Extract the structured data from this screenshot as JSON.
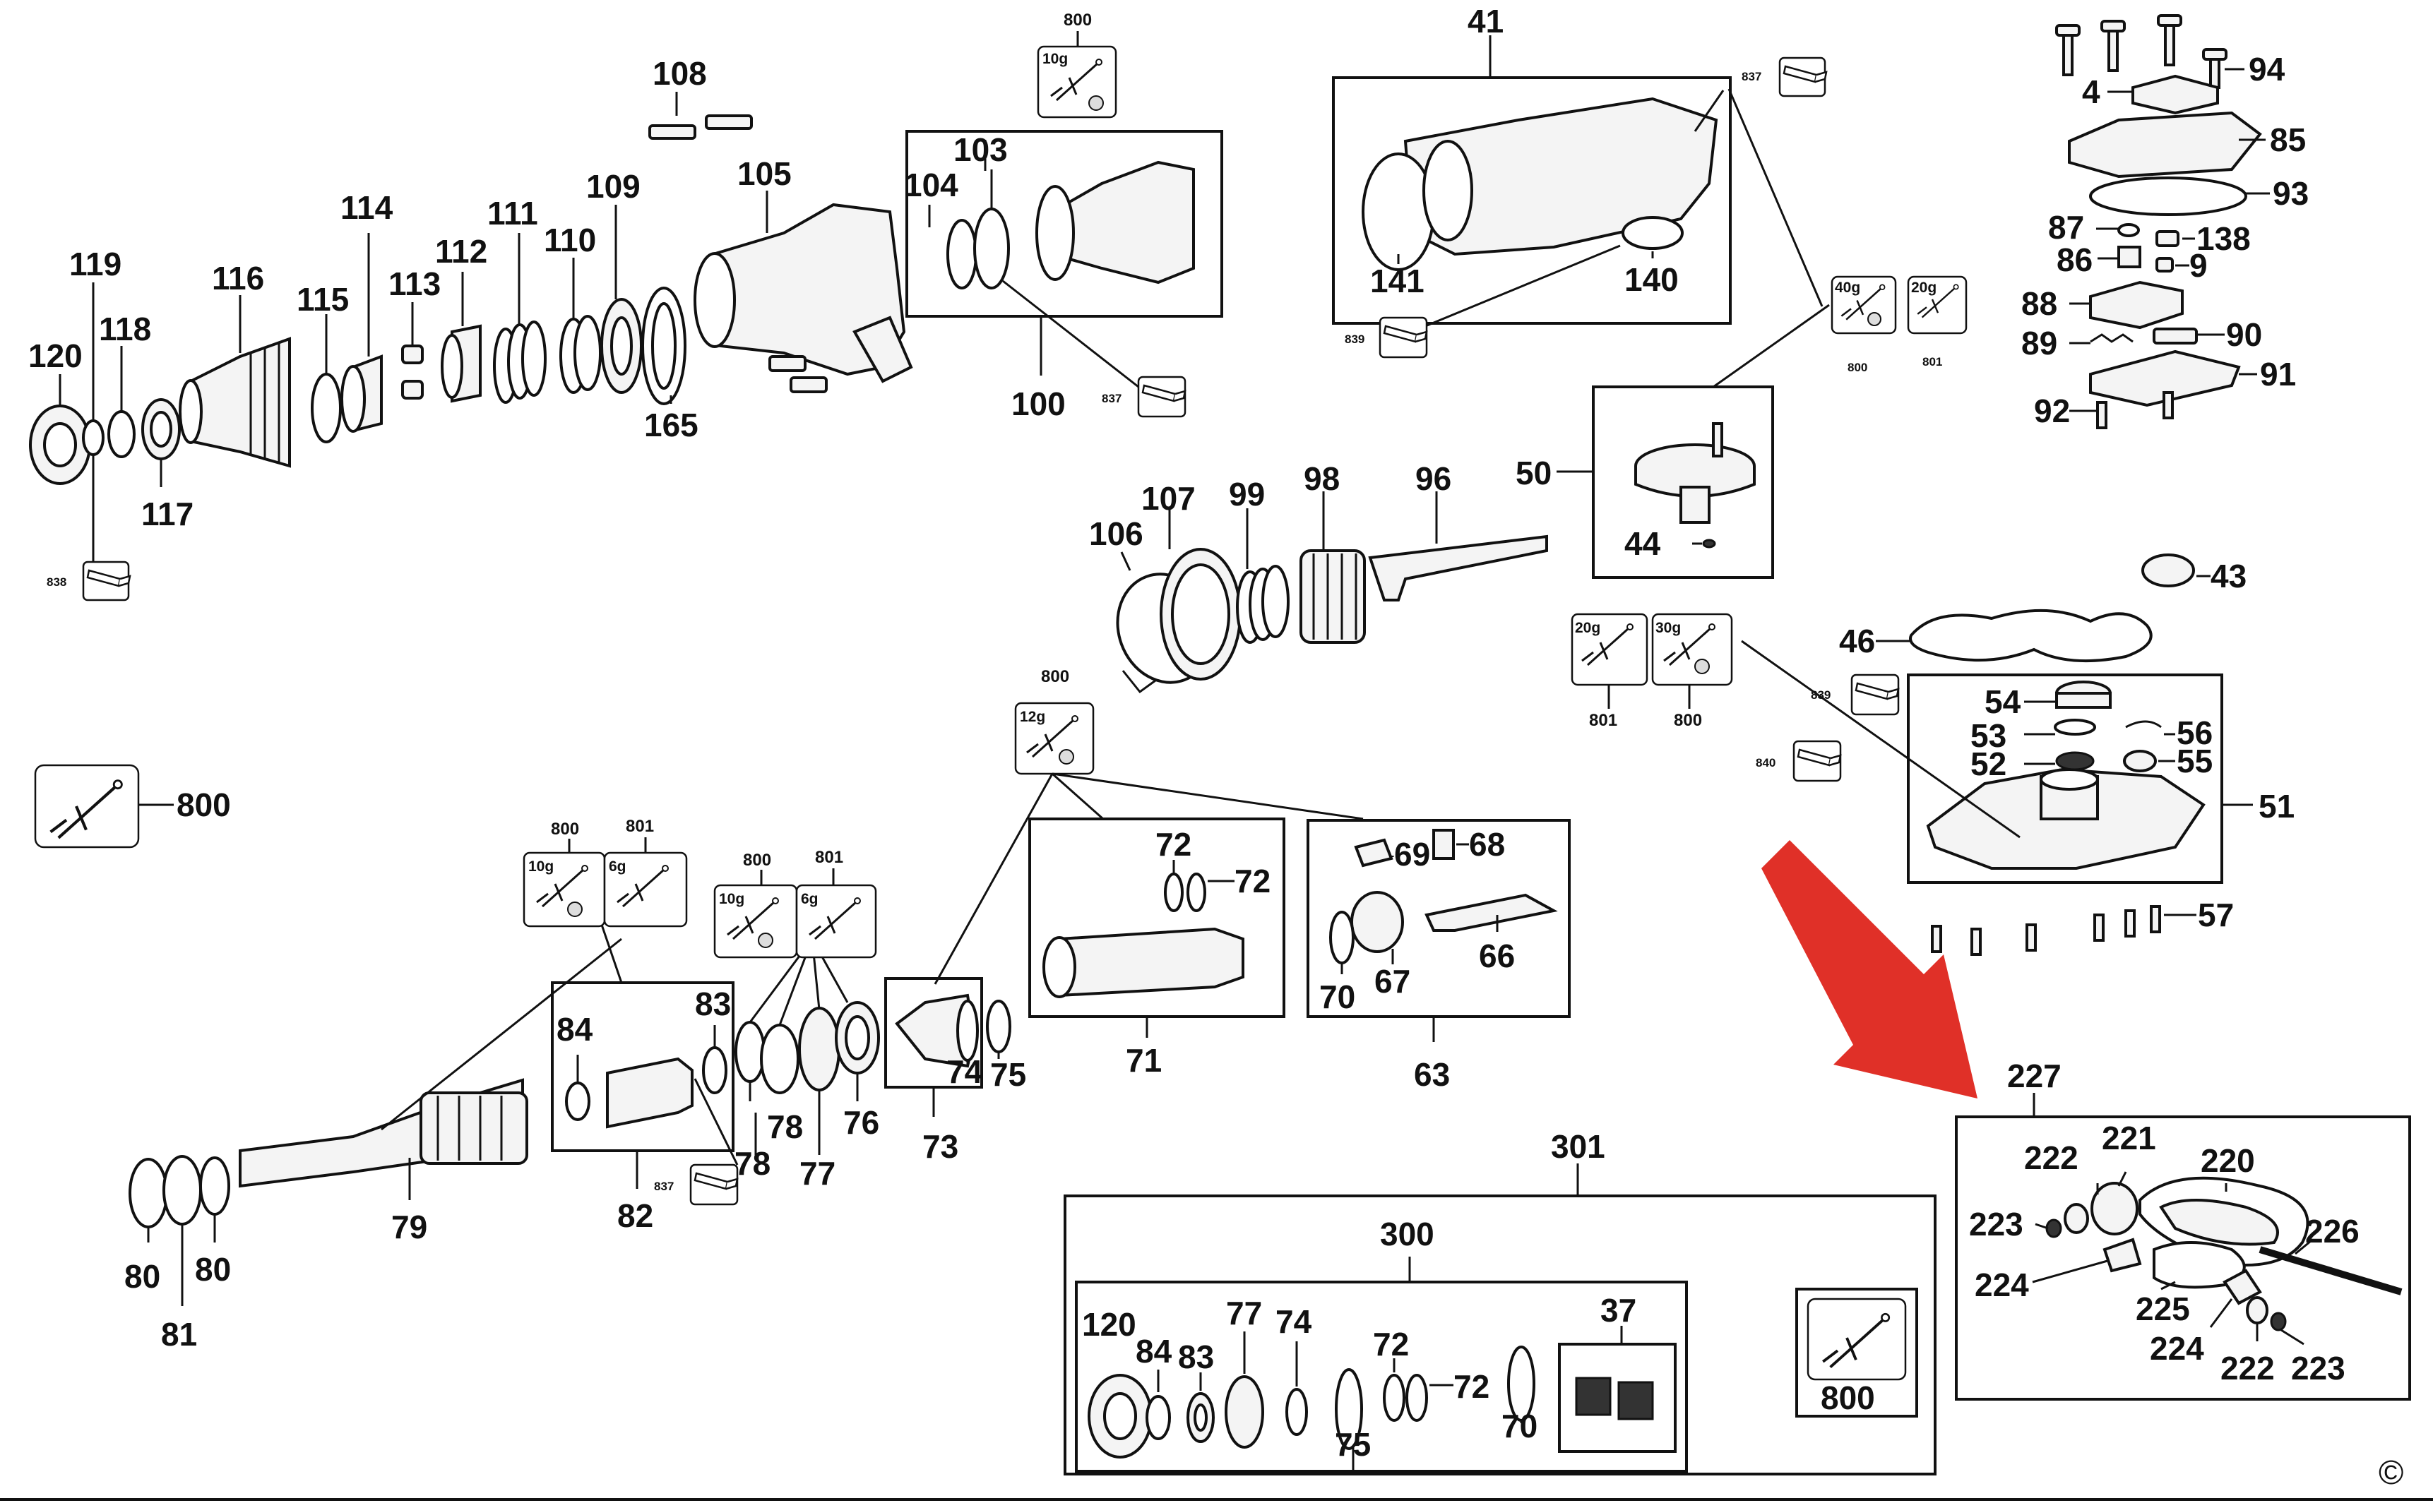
{
  "diagram": {
    "copyright": "©",
    "part_labels": {
      "p119": "119",
      "p116": "116",
      "p114": "114",
      "p112": "112",
      "p113": "113",
      "p111": "111",
      "p110": "110",
      "p109": "109",
      "p108": "108",
      "p105": "105",
      "p120": "120",
      "p118": "118",
      "p115": "115",
      "p117": "117",
      "p165": "165",
      "p104": "104",
      "p103": "103",
      "p100": "100",
      "p41": "41",
      "p141": "141",
      "p140": "140",
      "p94": "94",
      "p4": "4",
      "p85": "85",
      "p93": "93",
      "p87": "87",
      "p138": "138",
      "p86": "86",
      "p9": "9",
      "p88": "88",
      "p89": "89",
      "p90": "90",
      "p91": "91",
      "p92": "92",
      "p50": "50",
      "p44": "44",
      "p107": "107",
      "p106": "106",
      "p99": "99",
      "p98": "98",
      "p96": "96",
      "p43": "43",
      "p46": "46",
      "p54": "54",
      "p53": "53",
      "p56": "56",
      "p52": "52",
      "p55": "55",
      "p51": "51",
      "p57": "57",
      "p800_big": "800",
      "p72a": "72",
      "p72b": "72",
      "p71": "71",
      "p69": "69",
      "p68": "68",
      "p66": "66",
      "p70": "70",
      "p67": "67",
      "p63": "63",
      "p84": "84",
      "p83": "83",
      "p82": "82",
      "p78a": "78",
      "p78b": "78",
      "p77": "77",
      "p76": "76",
      "p74": "74",
      "p75": "75",
      "p73": "73",
      "p79": "79",
      "p80a": "80",
      "p80b": "80",
      "p81": "81",
      "p301": "301",
      "p300": "300",
      "p37": "37",
      "k120": "120",
      "k84": "84",
      "k83": "83",
      "k77": "77",
      "k74": "74",
      "k75": "75",
      "k72a": "72",
      "k72b": "72",
      "k70": "70",
      "k800": "800",
      "p227": "227",
      "p222a": "222",
      "p221": "221",
      "p220": "220",
      "p223a": "223",
      "p226": "226",
      "p224a": "224",
      "p225": "225",
      "p224b": "224",
      "p222b": "222",
      "p223b": "223"
    },
    "callout_labels": {
      "c800_top": "800",
      "c837_a": "837",
      "c837_b": "837",
      "c839_a": "839",
      "c800_b": "800",
      "c801_b": "801",
      "c838": "838",
      "c800_mid": "800",
      "c839_b": "839",
      "c840": "840",
      "c801_c": "801",
      "c800_c": "800",
      "c800_d": "800",
      "c801_d": "801",
      "c800_e": "800",
      "c801_e": "801",
      "c837_c": "837"
    },
    "grease_amounts": {
      "g10_top": "10g",
      "g40": "40g",
      "g20_a": "20g",
      "g12": "12g",
      "g20_b": "20g",
      "g30": "30g",
      "g10_b": "10g",
      "g6_b": "6g",
      "g10_c": "10g",
      "g6_c": "6g"
    },
    "colors": {
      "line": "#111111",
      "arrow": "#e03028",
      "background": "#ffffff"
    }
  }
}
